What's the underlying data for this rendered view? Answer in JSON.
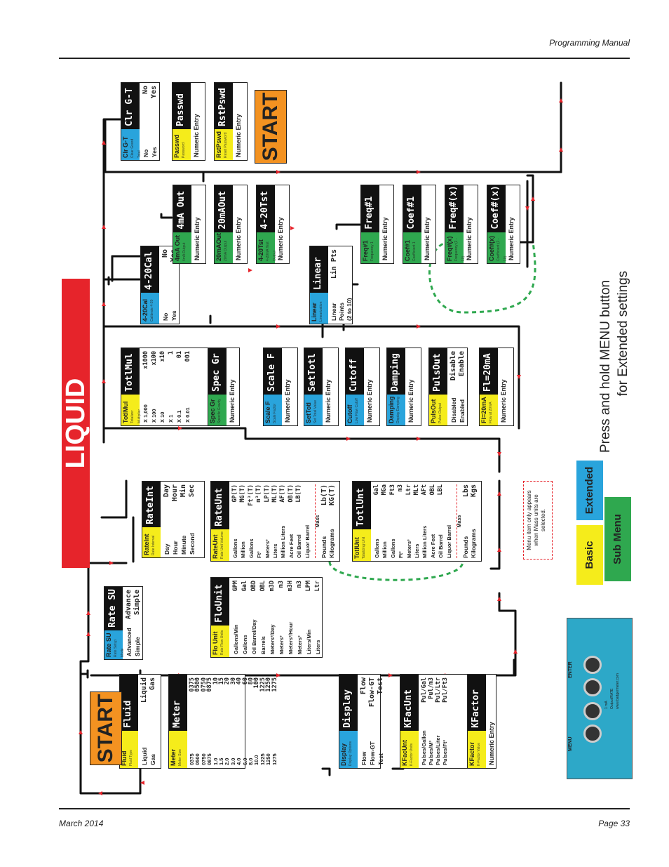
{
  "header": {
    "title": "Programming Manual"
  },
  "footer": {
    "date": "March 2014",
    "page": "Page 33"
  },
  "labels": {
    "start": "START",
    "start_end": "START",
    "liquid": "LIQUID",
    "press_line1": "Press and hold MENU button",
    "press_line2": "for Extended settings",
    "basic": "Basic",
    "sub_menu": "Sub Menu",
    "extended": "Extended",
    "mass_note": "Menu item only appears when Mass units are selected.",
    "mass": "Mass",
    "panel_left": "MENU",
    "panel_right": "ENTER",
    "panel_line1": "1 mA",
    "panel_line2": "Output/RATE",
    "panel_line3": "www.badgermeter.com"
  },
  "boxes": {
    "fluid": {
      "name": "Fluid",
      "sub": "Fluid Type",
      "code": "Fluid",
      "left": "Liquid\nGas",
      "right": "Liquid\nGas"
    },
    "meter": {
      "name": "Meter",
      "sub": "Meter Size",
      "code": "Meter",
      "left": "0375\n0500\n0750\n0875\n1.0\n1.5\n2.0\n3.0\n4.0\n6.0\n8.0\n10.0\n1225\n1250\n1275",
      "right": "0375\n0500\n0750\n0875\n10\n15\n20\n30\n40\n60\n80\n100\n1225\n1250\n1275"
    },
    "display": {
      "name": "Display",
      "sub": "Display Options",
      "code": "Display",
      "left": "Flow\nFlow-GT\nTest",
      "right": "Flow\nFlow-GT\nTest"
    },
    "kfacunt": {
      "name": "KFacUnt",
      "sub": "K-Factor Units",
      "code": "KFacUnt",
      "left": "Pulses/Gallon\nPulses/M³\nPulses/Liter\nPulses/Ft³",
      "right": "Pul/Gal\nPul/m3\nPul/Ltr\nPul/Ft3"
    },
    "kfactor": {
      "name": "KFactor",
      "sub": "K-Factor Value",
      "code": "KFactor",
      "single": "Numeric Entry"
    },
    "ratesu": {
      "name": "Rate SU",
      "sub": "Rate Setup Mode",
      "code": "Rate SU",
      "left": "Advanced\nSimple",
      "right": "Advance\nSimple"
    },
    "flounit": {
      "name": "Flo Unit",
      "sub": "Rate Flow Units",
      "code": "FloUnit",
      "left": "Gallons/Min\nGallons\nOil Barrel/Day\nBarrels\nMeters³/Day\nMeters³\nMeters³/Hour\nMeters³\nLiters/Min\nLiters",
      "right": "GPM\nGal\nOBD\nOBL\nm3D\nm3\nm3H\nm3\nLPM\nLtr"
    },
    "rateint": {
      "name": "RateInt",
      "sub": "Rate Interval",
      "code": "RateInt",
      "left": "Day\nHour\nMinute\nSecond",
      "right": "Day\nHour\nMin\nSec"
    },
    "rateunt": {
      "name": "RateUnt",
      "sub": "Rate Unit Volume",
      "code": "RateUnt",
      "left": "Gallons\nMillion Gallons\nFt³\nMeters³\nLiters\nMillion Liters\nAcre Feet\nOil Barrel\nLiquor Barrel",
      "right": "GP(T)\nMG(T)\nFt³(T)\nm³(T)\nLP(T)\nML(T)\nAF(T)\nOB(T)\nLB(T)",
      "mass_left": "Pounds\nKilograms",
      "mass_right": "Lb(T)\nKG(T)"
    },
    "totlunt": {
      "name": "TotlUnt",
      "sub": "Totalizing Unit",
      "code": "TotlUnt",
      "left": "Gallons\nMillion Gallons\nFt³\nMeters³\nLiters\nMillion Liters\nAcre Feet\nOil Barrel\nLiquor Barrel",
      "right": "Gal\nMGa\nFt3\nm3\nLtr\nMLt\nAFt\nOBL\nLBL",
      "mass_left": "Pounds\nKilograms",
      "mass_right": "Lbs\nKgs"
    },
    "totlmul": {
      "name": "TotlMul",
      "sub": "Totalizer Multiplier",
      "code": "TotlMul",
      "left": "X 1,000\nX 100\nX 10\nX 1\nX 0.1\nX 0.01",
      "right": "x1000\nx100\nx10\n1\n01\n001"
    },
    "specgr": {
      "name": "Spec Gr",
      "sub": "Specific Gravity",
      "code": "Spec Gr",
      "single": "Numeric Entry"
    },
    "scalef": {
      "name": "Scale F",
      "sub": "Scale Factor",
      "code": "Scale F",
      "single": "Numeric Entry"
    },
    "settotl": {
      "name": "SetTotl",
      "sub": "Set Total Value",
      "code": "SetTotl",
      "single": "Numeric Entry"
    },
    "cutoff": {
      "name": "Cutoff",
      "sub": "Low Flow Cutoff",
      "code": "Cutoff",
      "single": "Numeric Entry"
    },
    "damping": {
      "name": "Damping",
      "sub": "Display Damping",
      "code": "Damping",
      "single": "Numeric Entry"
    },
    "pulsout": {
      "name": "PulsOut",
      "sub": "Pulse Output",
      "code": "PulsOut",
      "left": "Disabled\nEnabled",
      "right": "Disable\nEnable"
    },
    "fl20ma": {
      "name": "Fl=20mA",
      "sub": "Flow at 20mA",
      "code": "Fl=20mA",
      "single": "Numeric Entry"
    },
    "cal420": {
      "name": "4-20Cal",
      "sub": "Calibrate 4-20",
      "code": "4-20Cal",
      "left": "No\nYes",
      "right": "No\nYes"
    },
    "linear": {
      "name": "Linear",
      "sub": "Linearization",
      "code": "Linear",
      "left": "Linear Points\n(2 to 10)",
      "right": "Lin Pts"
    },
    "out4ma": {
      "name": "4mA Out",
      "sub": "4mA Output",
      "code": "4mA Out",
      "single": "Numeric Entry"
    },
    "out20ma": {
      "name": "20mAOut",
      "sub": "20mA Output",
      "code": "20mAOut",
      "single": "Numeric Entry"
    },
    "tst420": {
      "name": "4-20Tst",
      "sub": "4-20mA Test Output",
      "code": "4-20Tst",
      "single": "Numeric Entry"
    },
    "freq1": {
      "name": "Freq#1",
      "sub": "Frequency 1",
      "code": "Freq#1",
      "single": "Numeric Entry"
    },
    "coef1": {
      "name": "Coef#1",
      "sub": "Coefficient 1",
      "code": "Coef#1",
      "single": "Numeric Entry"
    },
    "freqx": {
      "name": "Freq#(x)",
      "sub": "Frequency (2 - 10)",
      "code": "Freq#(x)",
      "single": "Numeric Entry"
    },
    "coefx": {
      "name": "Coef#(x)",
      "sub": "Coefficient (2 - 10)",
      "code": "Coef#(x)",
      "single": "Numeric Entry"
    },
    "clrgt": {
      "name": "Clr G-T",
      "sub": "Clear Grand Total",
      "code": "Clr G-T",
      "left": "No\nYes",
      "right": "No\nYes"
    },
    "passwd": {
      "name": "Passwd",
      "sub": "Password",
      "code": "Passwd",
      "single": "Numeric Entry"
    },
    "rstpswd": {
      "name": "RstPswd",
      "sub": "Reset Password",
      "code": "RstPswd",
      "single": "Numeric Entry"
    }
  }
}
